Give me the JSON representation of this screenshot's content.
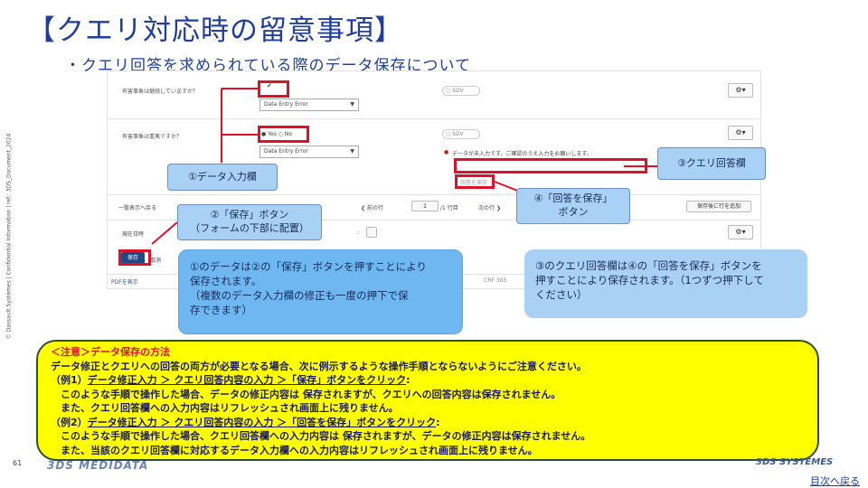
{
  "title": "【クエリ対応時の留意事項】",
  "subtitle": "・クエリ回答を求められている際のデータ保存について",
  "side_text": "© Dassault Systèmes | Confidential Information | ref.: 3DS_Document_2024",
  "page_number": "61",
  "screenshot": {
    "question1": "有害事象は継続していますか？",
    "question2": "有害事象は重篤ですか？",
    "checkbox_mark": "✔",
    "select1_value": "Data Entry Error",
    "select2_value": "Data Entry Error",
    "sdv_label": "SDV",
    "gear_label": "⚙▾",
    "radio_yes": "Yes",
    "radio_no": "No",
    "query_message": "データが未入力です。ご確認のうえ入力をお願いします。",
    "save_answer_btn": "回答を保存",
    "back_to_list": "一覧表示へ戻る",
    "prev_row": "前の行",
    "page_current": "1",
    "page_total": "/1 行目",
    "next_row": "次の行",
    "add_after_save": "保存後に行を追加",
    "current_datetime_label": "現在日時",
    "time_sep": ":",
    "save_btn": "保存",
    "cancel_link": "取消",
    "pdf_link": "PDFを表示",
    "crf_code": "CRF 303"
  },
  "callouts": {
    "data_entry": "①データ入力欄",
    "save_button": "②「保存」ボタン",
    "save_button_sub": "（フォームの下部に配置）",
    "query_answer": "③クエリ回答欄",
    "save_answer": "④「回答を保存」",
    "save_answer_sub": "ボタン"
  },
  "bubbles": {
    "left": [
      "①のデータは②の「保存」ボタンを押すことにより",
      "保存されます。",
      "（複数のデータ入力欄の修正も一度の押下で保",
      "存できます）"
    ],
    "right": [
      "③のクエリ回答欄は④の「回答を保存」ボタンを",
      "押すことにより保存されます。（1つずつ押下して",
      "ください）"
    ]
  },
  "note": {
    "heading": "＜注意＞データ保存の方法",
    "line1": "データ修正とクエリへの回答の両方が必要となる場合、次に例示するような操作手順とならないようにご注意ください。",
    "ex1_prefix": "（例1）",
    "ex1_ul": "データ修正入力 ＞ クエリ回答内容の入力 ＞「保存」ボタンをクリック",
    "ex1_suffix": ":",
    "ex1_line1": "　このような手順で操作した場合、データの修正内容は 保存されますが、クエリへの回答内容は保存されません。",
    "ex1_line2": "　また、クエリ回答欄への入力内容はリフレッシュされ画面上に残りません。",
    "ex2_prefix": "（例2）",
    "ex2_ul": "データ修正入力 ＞ クエリ回答内容の入力 ＞「回答を保存」ボタンをクリック",
    "ex2_suffix": ":",
    "ex2_line1": "　このような手順で操作した場合、クエリ回答欄への入力内容は 保存されますが、データの修正内容は保存されません。",
    "ex2_line2": "　また、当該のクエリ回答欄に対応するデータ入力欄への入力内容はリフレッシュされ画面上に残りません。"
  },
  "footer": {
    "left_logo": "3DS MEDIDATA",
    "right_logo": "3DS SYSTEMES",
    "toc_link": "目次へ戻る"
  },
  "colors": {
    "title": "#1f3f9a",
    "highlight_red": "#e0102b",
    "callout_blue": "#a9d0f5",
    "note_yellow": "#ffff00"
  }
}
